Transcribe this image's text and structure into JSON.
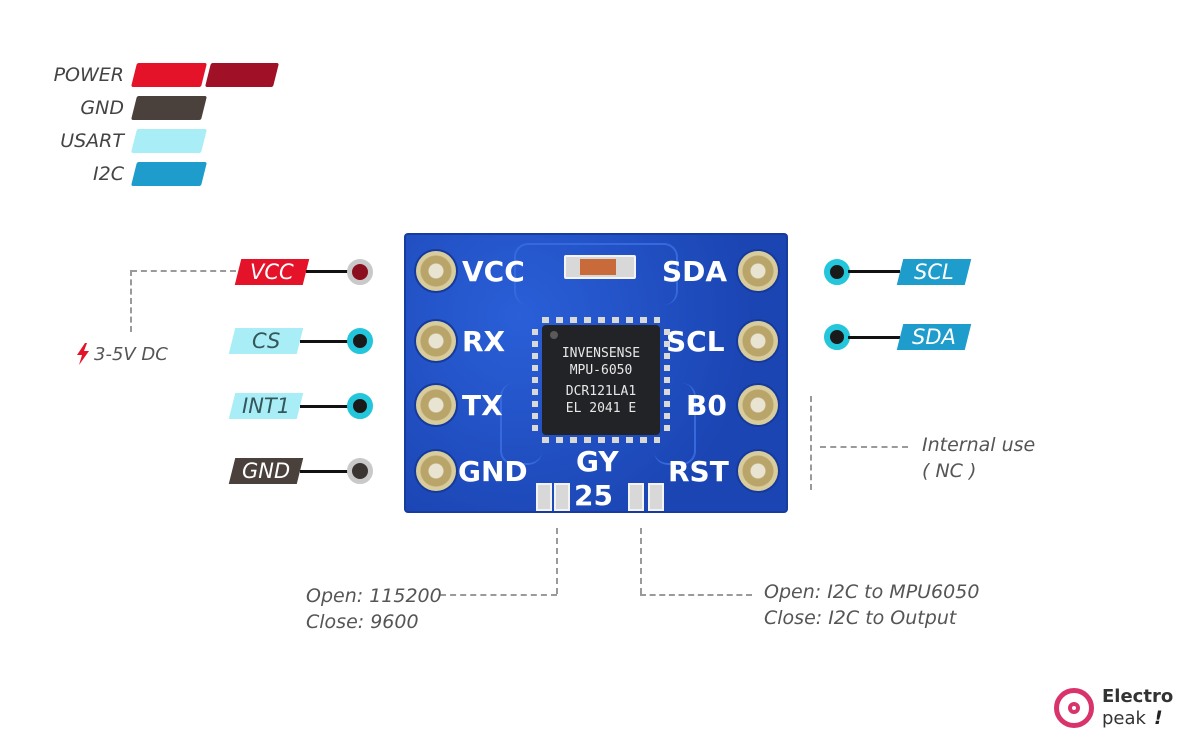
{
  "legend": [
    {
      "label": "POWER",
      "colors": [
        "#e5132a",
        "#a01026"
      ]
    },
    {
      "label": "GND",
      "colors": [
        "#4a403c"
      ]
    },
    {
      "label": "USART",
      "colors": [
        "#a9eef6"
      ]
    },
    {
      "label": "I2C",
      "colors": [
        "#1e9ccc"
      ]
    }
  ],
  "left_pins": [
    {
      "label": "VCC",
      "tag_color": "#e5132a",
      "text_color": "#ffffff",
      "dot_color": "#8b0f1e"
    },
    {
      "label": "CS",
      "tag_color": "#a9eef6",
      "text_color": "#35575c",
      "dot_color": "#23c6da"
    },
    {
      "label": "INT1",
      "tag_color": "#a9eef6",
      "text_color": "#35575c",
      "dot_color": "#23c6da"
    },
    {
      "label": "GND",
      "tag_color": "#4a403c",
      "text_color": "#ffffff",
      "dot_color": "#3a3532"
    }
  ],
  "right_pins": [
    {
      "label": "SCL",
      "tag_color": "#1e9ccc",
      "text_color": "#ffffff",
      "dot_color": "#23c6da"
    },
    {
      "label": "SDA",
      "tag_color": "#1e9ccc",
      "text_color": "#ffffff",
      "dot_color": "#23c6da"
    }
  ],
  "board": {
    "left_labels": [
      "VCC",
      "RX",
      "TX",
      "GND"
    ],
    "right_labels": [
      "SDA",
      "SCL",
      "B0",
      "RST"
    ],
    "chip_lines": [
      "INVENSENSE",
      "MPU-6050",
      "DCR121LA1",
      "EL 2041 E"
    ],
    "model_top": "GY",
    "model_bottom": "25"
  },
  "annotations": {
    "power": "3-5V DC",
    "internal_line1": "Internal use",
    "internal_line2": "( NC )",
    "baud_line1": "Open: 115200",
    "baud_line2": "Close: 9600",
    "i2c_line1": "Open: I2C to MPU6050",
    "i2c_line2": "Close: I2C to Output"
  },
  "logo": {
    "line1": "Electro",
    "line2": "peak",
    "mark": "!",
    "color": "#d8336b"
  }
}
